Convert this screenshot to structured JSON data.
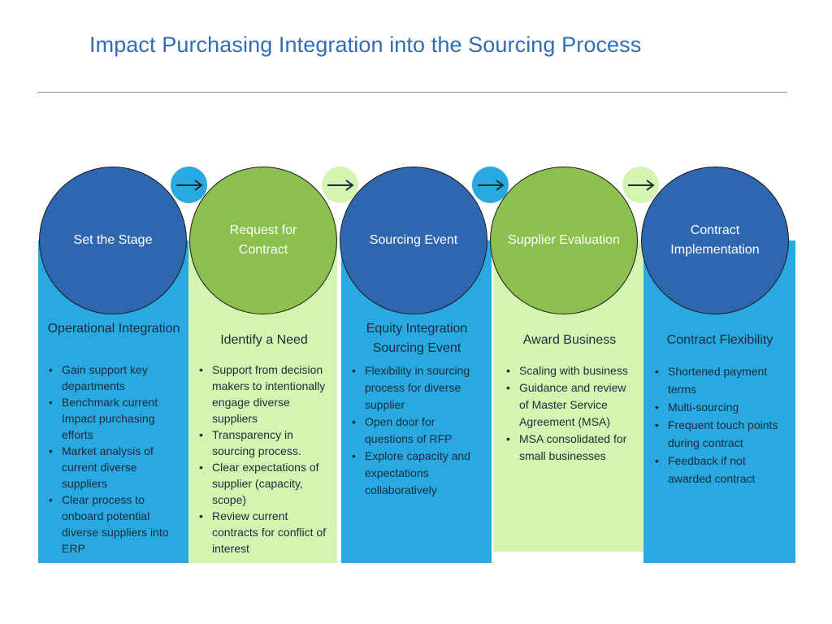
{
  "title": "Impact Purchasing Integration into the Sourcing Process",
  "colors": {
    "title": "#2f6db5",
    "dark_blue": "#2e66b0",
    "green": "#8bc04f",
    "sky_blue": "#29a9e1",
    "light_green": "#d4f4b2",
    "text": "#1d2b38"
  },
  "stages": [
    {
      "circle_label": "Set the Stage",
      "heading": "Operational Integration",
      "items": [
        "Gain support key departments",
        "Benchmark current Impact purchasing efforts",
        "Market analysis of current diverse suppliers",
        "Clear process to onboard potential diverse suppliers into ERP"
      ]
    },
    {
      "circle_label": "Request for Contract",
      "heading": "Identify a Need",
      "items": [
        "Support from decision makers to intentionally engage diverse suppliers",
        "Transparency in sourcing process.",
        "Clear expectations of supplier (capacity, scope)",
        "Review current contracts for conflict of interest"
      ]
    },
    {
      "circle_label": "Sourcing Event",
      "heading": "Equity Integration Sourcing Event",
      "items": [
        "Flexibility in sourcing process for diverse supplier",
        "Open door for questions of RFP",
        "Explore capacity and expectations collaboratively"
      ]
    },
    {
      "circle_label": "Supplier Evaluation",
      "heading": "Award Business",
      "items": [
        "Scaling with business",
        "Guidance and review of Master Service Agreement (MSA)",
        "MSA consolidated for small businesses"
      ]
    },
    {
      "circle_label": "Contract Implementation",
      "heading": "Contract Flexibility",
      "items": [
        "Shortened payment terms",
        "Multi-sourcing",
        "Frequent touch points during contract",
        "Feedback if not awarded contract"
      ]
    }
  ],
  "connectors": [
    {
      "icon": "right-arrow-icon",
      "color": "#29a9e1"
    },
    {
      "icon": "right-arrow-icon",
      "color": "#d4f4b2"
    },
    {
      "icon": "right-arrow-icon",
      "color": "#29a9e1"
    },
    {
      "icon": "right-arrow-icon",
      "color": "#d4f4b2"
    }
  ]
}
